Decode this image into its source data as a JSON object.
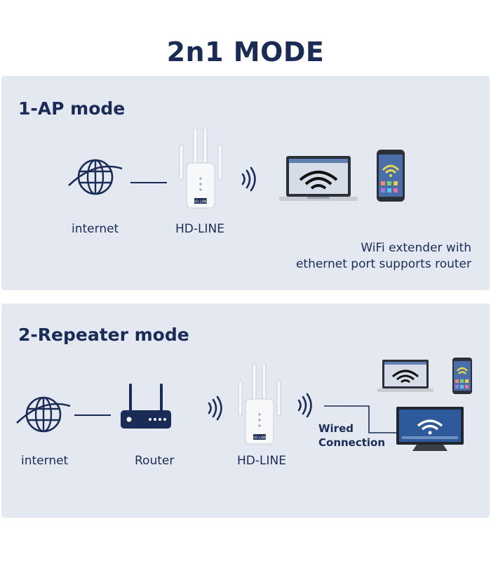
{
  "title": "2n1 MODE",
  "ap_mode": {
    "heading": "1-AP mode",
    "internet_label": "internet",
    "device_label": "HD-LINE",
    "note_line1": "WiFi extender with",
    "note_line2": "ethernet port supports router",
    "device_badge": "HD-LINE"
  },
  "repeater_mode": {
    "heading": "2-Repeater mode",
    "internet_label": "internet",
    "router_label": "Router",
    "device_label": "HD-LINE",
    "wired_line1": "Wired",
    "wired_line2": "Connection",
    "device_badge": "HD-LINE"
  },
  "colors": {
    "navy": "#1a2c56",
    "panel": "#e4e9f1",
    "device": "#f7f8fa"
  }
}
